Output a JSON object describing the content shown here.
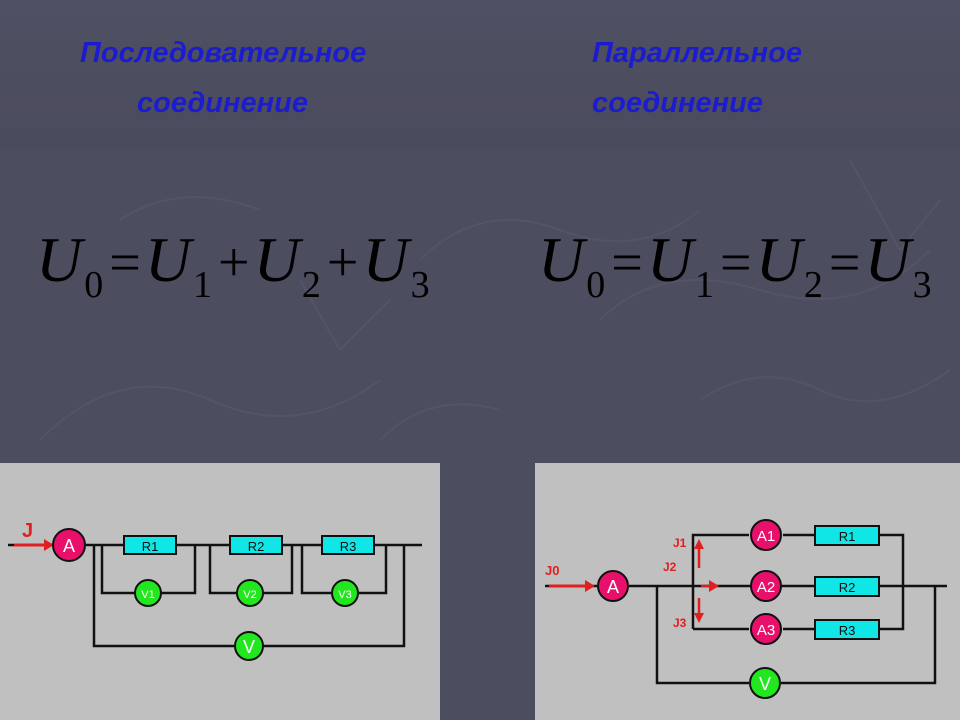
{
  "headings": {
    "series": [
      "Последовательное",
      "соединение"
    ],
    "parallel": [
      "Параллельное",
      "соединение"
    ]
  },
  "formulas": {
    "series": {
      "terms": [
        {
          "symbol": "U",
          "sub": "0"
        },
        {
          "symbol": "U",
          "sub": "1"
        },
        {
          "symbol": "U",
          "sub": "2"
        },
        {
          "symbol": "U",
          "sub": "3"
        }
      ],
      "operators": [
        "=",
        "+",
        "+"
      ]
    },
    "parallel": {
      "terms": [
        {
          "symbol": "U",
          "sub": "0"
        },
        {
          "symbol": "U",
          "sub": "1"
        },
        {
          "symbol": "U",
          "sub": "2"
        },
        {
          "symbol": "U",
          "sub": "3"
        }
      ],
      "operators": [
        "=",
        "=",
        "="
      ]
    }
  },
  "series_circuit": {
    "current_label": "J",
    "ammeter": "A",
    "resistors": [
      "R1",
      "R2",
      "R3"
    ],
    "voltmeters": [
      "V1",
      "V2",
      "V3"
    ],
    "total_voltmeter": "V"
  },
  "parallel_circuit": {
    "total_current_label": "J0",
    "branch_current_labels": [
      "J1",
      "J2",
      "J3"
    ],
    "total_ammeter": "A",
    "branch_ammeters": [
      "A1",
      "A2",
      "A3"
    ],
    "resistors": [
      "R1",
      "R2",
      "R3"
    ],
    "voltmeter": "V"
  },
  "colors": {
    "background": "#4c4d5f",
    "heading": "#1b1bd0",
    "panel": "#c0c0c0",
    "ammeter": "#e8106a",
    "voltmeter": "#22e61e",
    "resistor": "#11e6e6",
    "arrow": "#e02020",
    "wire": "#111111"
  }
}
